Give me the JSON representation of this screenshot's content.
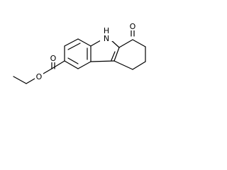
{
  "molecule": {
    "atoms": {
      "nitrogen": "N",
      "nitrogen_hydrogen": "H",
      "ketone_oxygen": "O",
      "carbonyl_oxygen": "O",
      "ester_oxygen": "O"
    }
  },
  "colors": {
    "bond": "#000000",
    "label": "#000000",
    "background": "#ffffff"
  }
}
